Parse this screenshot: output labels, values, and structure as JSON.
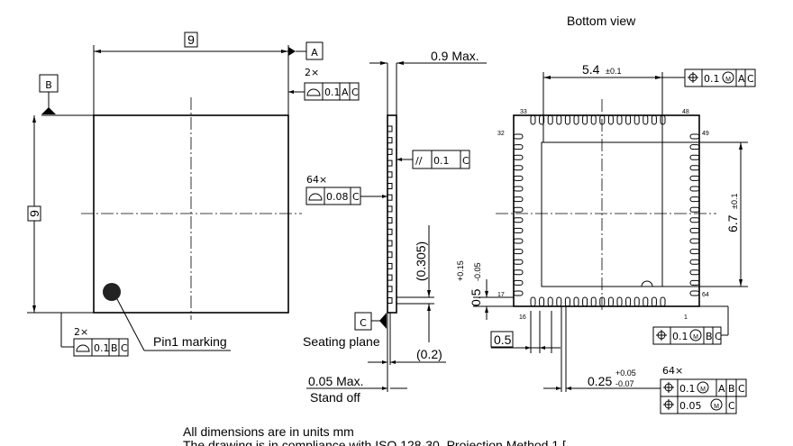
{
  "top_view": {
    "width_dim": "9",
    "height_dim": "9",
    "datum_a": "A",
    "datum_b": "B",
    "tol_top": {
      "count": "2×",
      "value": "0.1",
      "refs": [
        "A",
        "C"
      ]
    },
    "tol_bottom": {
      "count": "2×",
      "value": "0.1",
      "refs": [
        "B",
        "C"
      ]
    },
    "pin1_label": "Pin1 marking"
  },
  "side_view": {
    "thickness": "0.9 Max.",
    "parallel_tol": {
      "symbol": "//",
      "value": "0.1",
      "ref": "C"
    },
    "coplanarity_tol": {
      "count": "64×",
      "value": "0.08",
      "ref": "C"
    },
    "pitch_ref": "(0.305)",
    "datum_c": "C",
    "seating_plane": "Seating plane",
    "lead_ref": "(0.2)",
    "standoff_value": "0.05 Max.",
    "standoff_label": "Stand off"
  },
  "bottom_view": {
    "title": "Bottom view",
    "pad_width": "5.4",
    "pad_width_tol": "±0.1",
    "pad_height": "6.7",
    "pad_height_tol": "±0.1",
    "pad_pos_tol": {
      "value": "0.1",
      "mod": "M",
      "refs": [
        "A",
        "C"
      ]
    },
    "pad_pos_tol2": {
      "value": "0.1",
      "mod": "M",
      "refs": [
        "B",
        "C"
      ]
    },
    "lead_length": "0.5",
    "lead_length_plus": "+0.15",
    "lead_length_minus": "-0.05",
    "pitch": "0.5",
    "lead_width": "0.25",
    "lead_width_plus": "+0.05",
    "lead_width_minus": "-0.07",
    "lead_tol": {
      "count": "64×",
      "value1": "0.1",
      "refs1": [
        "A",
        "B",
        "C"
      ],
      "value2": "0.05",
      "refs2": [
        "C"
      ],
      "mod": "M"
    },
    "pin_numbers": {
      "p33": "33",
      "p48": "48",
      "p32": "32",
      "p49": "49",
      "p17": "17",
      "p64": "64",
      "p16": "16",
      "p1": "1"
    }
  },
  "notes": {
    "line1": "All dimensions are in units mm",
    "line2": "The drawing is in compliance with ISO 128-30, Projection Method 1 ["
  }
}
